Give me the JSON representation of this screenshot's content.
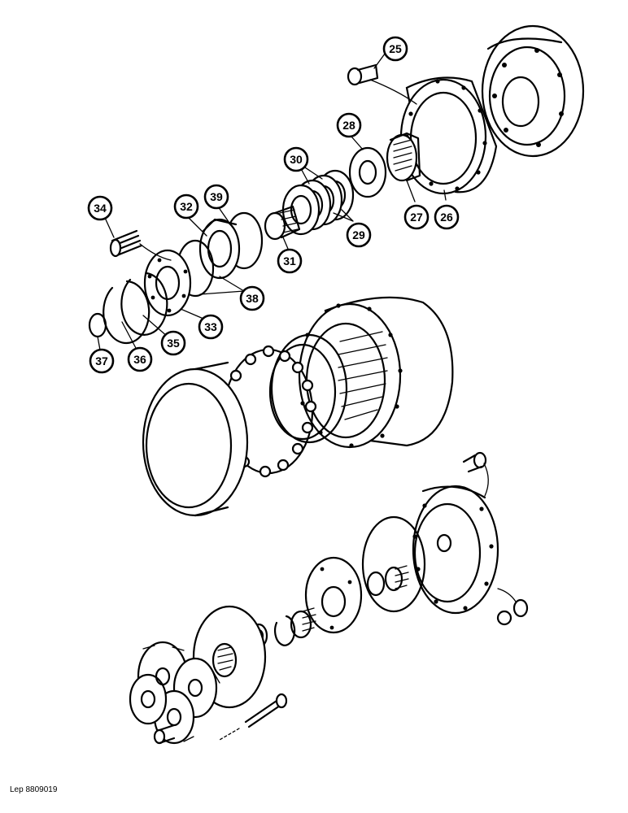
{
  "diagram": {
    "callouts": [
      {
        "id": "25",
        "label": "25"
      },
      {
        "id": "26",
        "label": "26"
      },
      {
        "id": "27",
        "label": "27"
      },
      {
        "id": "28",
        "label": "28"
      },
      {
        "id": "29",
        "label": "29"
      },
      {
        "id": "30",
        "label": "30"
      },
      {
        "id": "31",
        "label": "31"
      },
      {
        "id": "32",
        "label": "32"
      },
      {
        "id": "33",
        "label": "33"
      },
      {
        "id": "34",
        "label": "34"
      },
      {
        "id": "35",
        "label": "35"
      },
      {
        "id": "36",
        "label": "36"
      },
      {
        "id": "37",
        "label": "37"
      },
      {
        "id": "38",
        "label": "38"
      },
      {
        "id": "39",
        "label": "39"
      }
    ],
    "reference_code": "Lep 8809019"
  }
}
